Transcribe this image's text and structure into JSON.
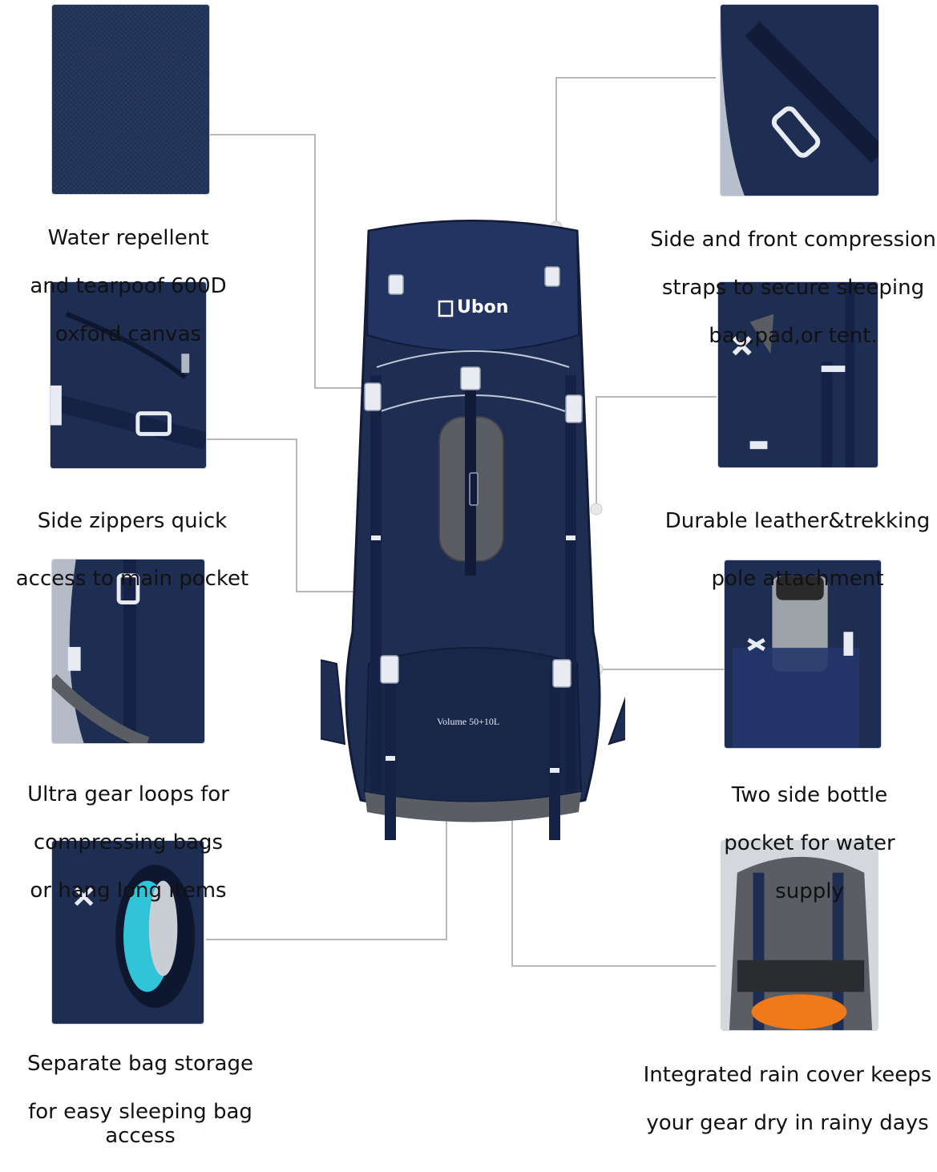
{
  "colors": {
    "navy": "#1e2d52",
    "navy_dark": "#121c38",
    "navy_light": "#2c3f6e",
    "gray": "#5a5d63",
    "line": "#b8b8b8",
    "orange": "#f07a1a",
    "cyan": "#2fc4d8"
  },
  "brand": {
    "logo_text": "Ubon",
    "volume_label": "Volume 50+10L"
  },
  "features": [
    {
      "id": "fabric",
      "lines": [
        "Water repellent",
        "and tearpoof 600D",
        "oxford canvas"
      ],
      "icon": "fabric-swatch"
    },
    {
      "id": "compression",
      "lines": [
        "Side and front compression",
        "straps to secure sleeping",
        "bag,pad,or tent."
      ],
      "icon": "compression-strap"
    },
    {
      "id": "side-zipper",
      "lines": [
        "Side zippers quick",
        "access to main pocket"
      ],
      "icon": "zipper"
    },
    {
      "id": "leather",
      "lines": [
        "Durable leather&trekking",
        "pole attachment"
      ],
      "icon": "leather-patch"
    },
    {
      "id": "gear-loops",
      "lines": [
        "Ultra gear loops for",
        "compressing bags",
        "or hang long items"
      ],
      "icon": "gear-loop"
    },
    {
      "id": "bottle",
      "lines": [
        "Two side bottle",
        "pocket for water",
        "supply"
      ],
      "icon": "bottle"
    },
    {
      "id": "bag-storage",
      "lines": [
        "Separate bag storage",
        "for easy sleeping bag access"
      ],
      "icon": "sleeping-bag"
    },
    {
      "id": "rain-cover",
      "lines": [
        "Integrated rain cover keeps",
        "your gear dry in rainy days"
      ],
      "icon": "rain-cover"
    }
  ]
}
